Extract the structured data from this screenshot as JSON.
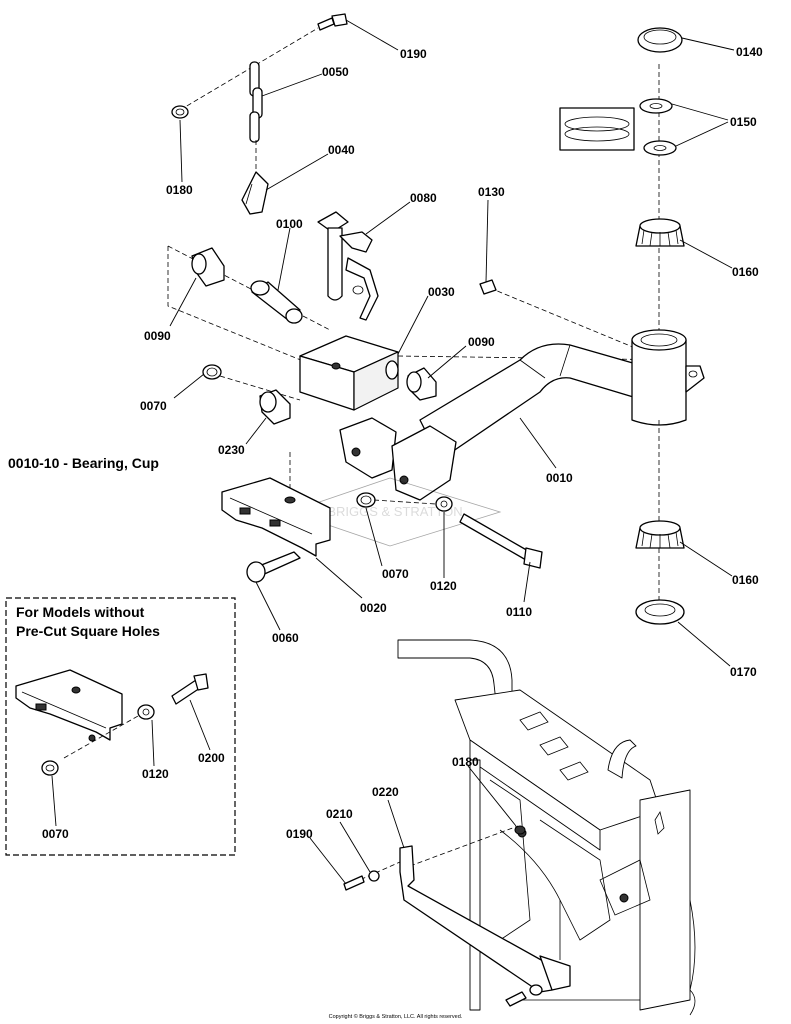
{
  "note": "0010-10 - Bearing, Cup",
  "inset": {
    "title_line1": "For Models without",
    "title_line2": "Pre-Cut Square Holes"
  },
  "copyright": "Copyright © Briggs & Stratton, LLC. All rights reserved.",
  "watermark": "BRIGGS & STRATTON",
  "callouts": {
    "c0190_top": "0190",
    "c0050": "0050",
    "c0180_top": "0180",
    "c0040": "0040",
    "c0080": "0080",
    "c0130": "0130",
    "c0100": "0100",
    "c0030": "0030",
    "c0090_left": "0090",
    "c0090_right": "0090",
    "c0070_left": "0070",
    "c0230": "0230",
    "c0010": "0010",
    "c0070_mid": "0070",
    "c0120_mid": "0120",
    "c0020": "0020",
    "c0110": "0110",
    "c0060": "0060",
    "c0140": "0140",
    "c0150": "0150",
    "c0160_top": "0160",
    "c0160_bot": "0160",
    "c0170": "0170",
    "c0120_inset": "0120",
    "c0200": "0200",
    "c0070_inset": "0070",
    "c0180_bot": "0180",
    "c0220": "0220",
    "c0210": "0210",
    "c0190_bot": "0190"
  }
}
